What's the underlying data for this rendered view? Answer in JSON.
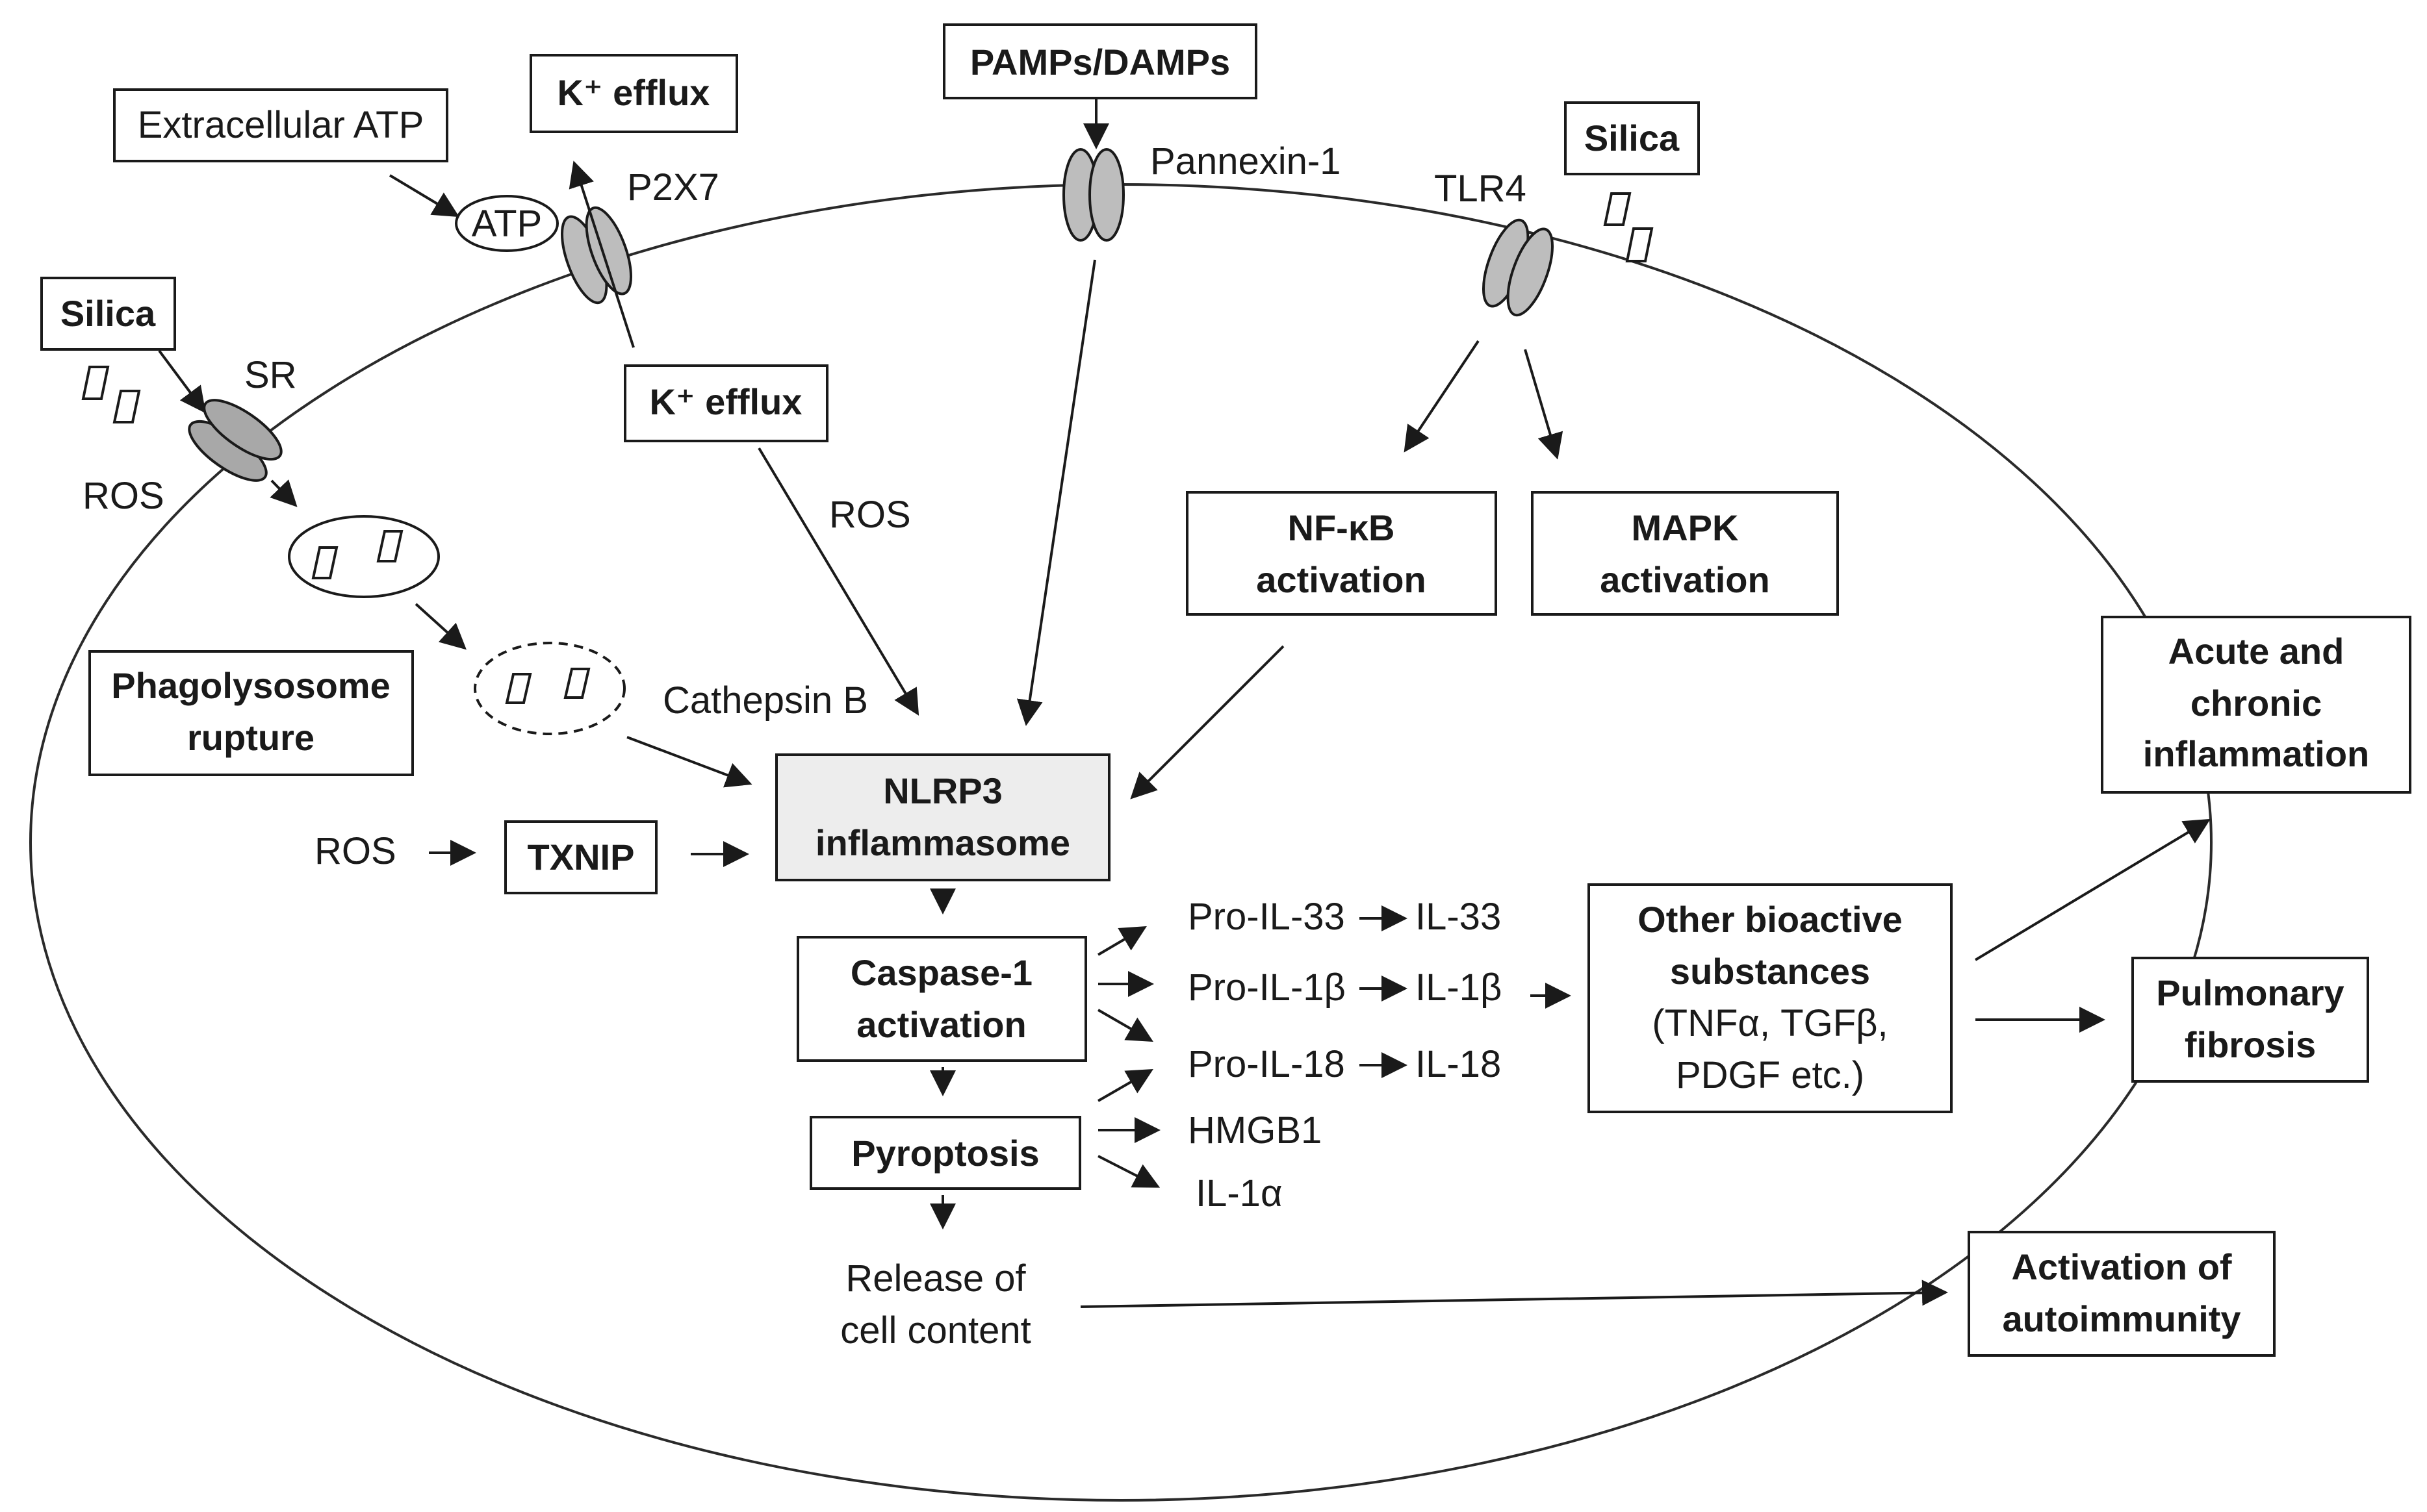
{
  "diagram": {
    "boxes": {
      "pamps_damps": "PAMPs/DAMPs",
      "k_efflux_top": "K⁺ efflux",
      "extracellular_atp": "Extracellular ATP",
      "silica_right": "Silica",
      "silica_left": "Silica",
      "k_efflux_inner": "K⁺ efflux",
      "nfkb": [
        "NF-κB",
        "activation"
      ],
      "mapk": [
        "MAPK",
        "activation"
      ],
      "phagolysosome": [
        "Phagolysosome",
        "rupture"
      ],
      "txnip": "TXNIP",
      "nlrp3": [
        "NLRP3",
        "inflammasome"
      ],
      "caspase1": [
        "Caspase-1",
        "activation"
      ],
      "pyroptosis": "Pyroptosis",
      "other_bioactive": [
        "Other bioactive",
        "substances",
        "(TNFα, TGFβ,",
        "PDGF etc.)"
      ],
      "acute_chronic": [
        "Acute and",
        "chronic",
        "inflammation"
      ],
      "pulmonary_fibrosis": [
        "Pulmonary",
        "fibrosis"
      ],
      "autoimmunity": [
        "Activation of",
        "autoimmunity"
      ]
    },
    "labels": {
      "atp": "ATP",
      "p2x7": "P2X7",
      "pannexin1": "Pannexin-1",
      "tlr4": "TLR4",
      "sr": "SR",
      "ros_left": "ROS",
      "ros_middle": "ROS",
      "ros_bottom": "ROS",
      "cathepsin_b": "Cathepsin B",
      "pro_il33": "Pro-IL-33",
      "il33": "IL-33",
      "pro_il1b": "Pro-IL-1β",
      "il1b": "IL-1β",
      "pro_il18": "Pro-IL-18",
      "il18": "IL-18",
      "hmgb1": "HMGB1",
      "il1a": "IL-1α",
      "release": [
        "Release of",
        "cell content"
      ]
    }
  }
}
